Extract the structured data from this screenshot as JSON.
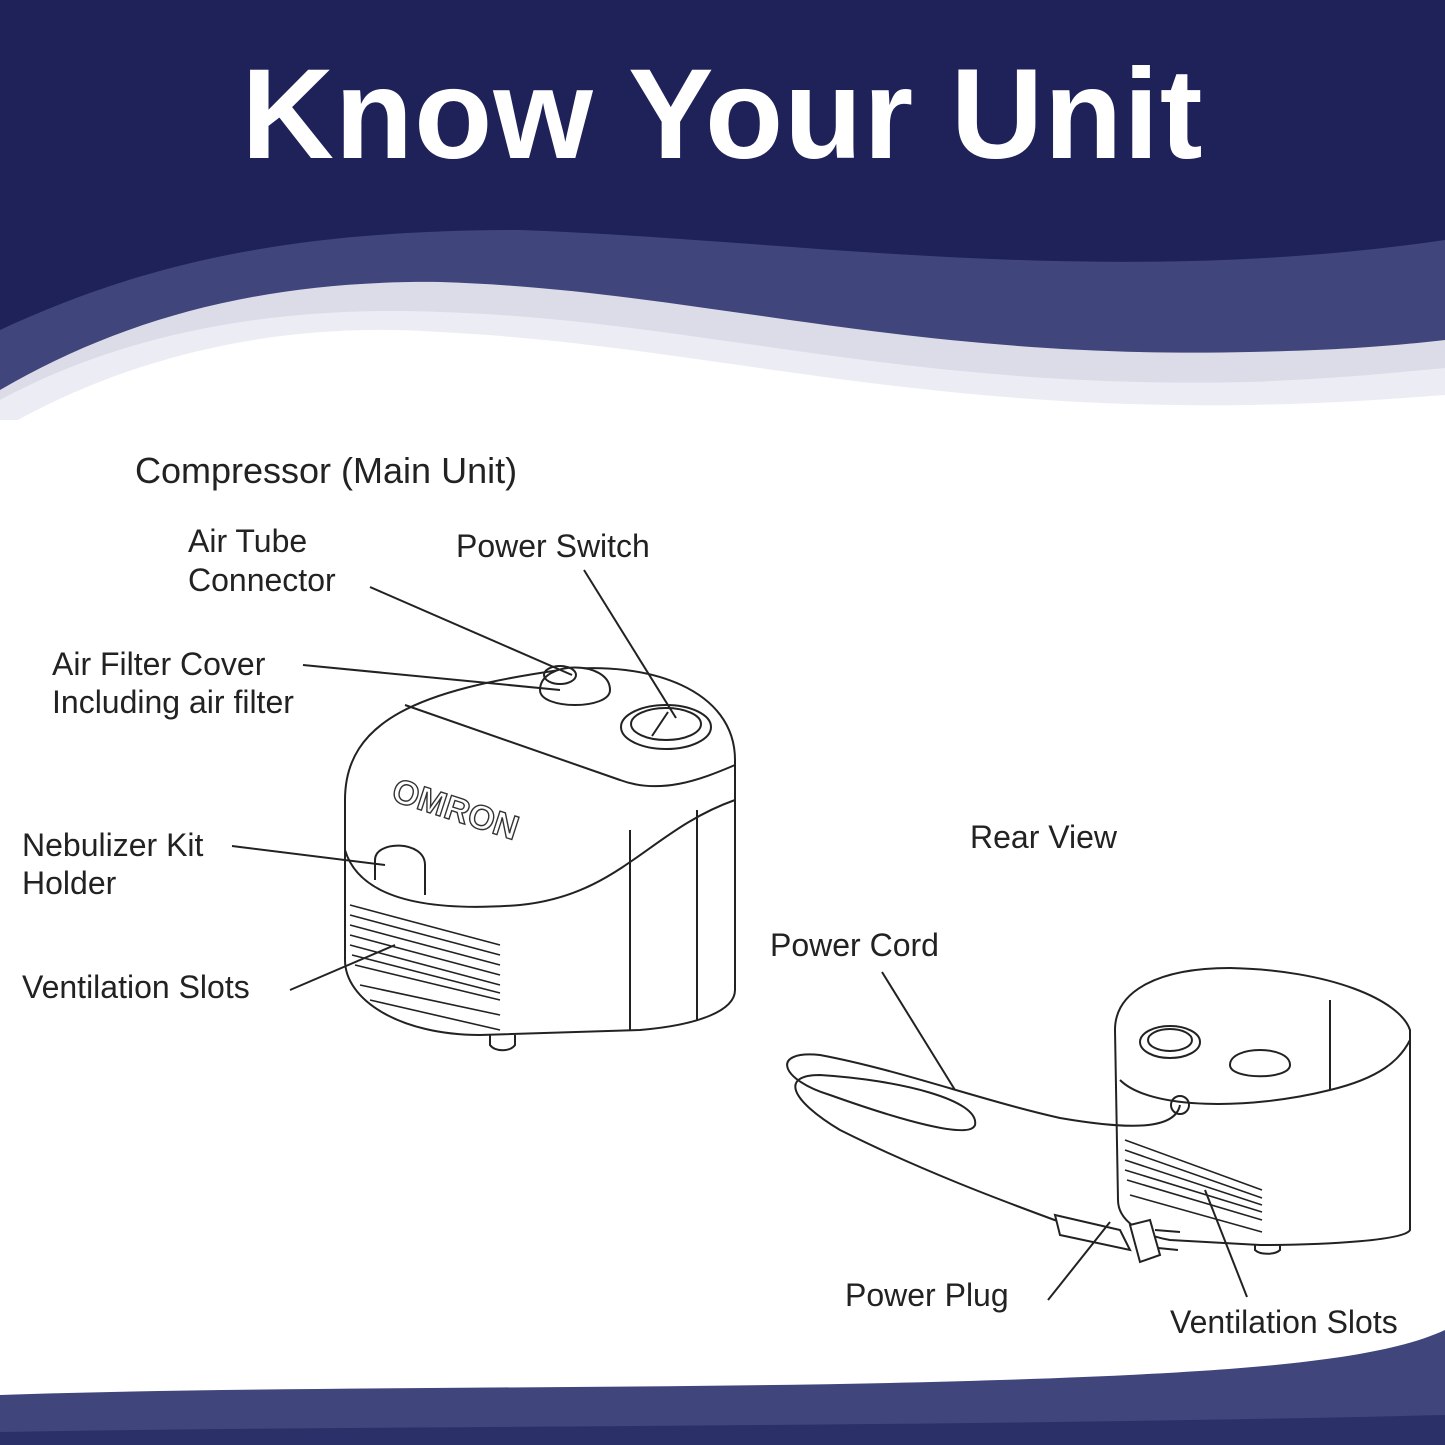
{
  "header": {
    "title": "Know Your Unit"
  },
  "colors": {
    "dark_navy": "#1f2259",
    "mid_blue": "#40457c",
    "light_band": "#e4e4ee"
  },
  "main_unit": {
    "heading": "Compressor (Main Unit)",
    "logo_text": "OMRON",
    "labels": {
      "air_tube_line1": "Air Tube",
      "air_tube_line2": "Connector",
      "power_switch": "Power Switch",
      "air_filter_line1": "Air Filter Cover",
      "air_filter_line2": "Including air filter",
      "kit_holder_line1": "Nebulizer Kit",
      "kit_holder_line2": "Holder",
      "ventilation": "Ventilation Slots"
    }
  },
  "rear_view": {
    "heading": "Rear View",
    "labels": {
      "power_cord": "Power Cord",
      "power_plug": "Power Plug",
      "ventilation": "Ventilation Slots"
    }
  }
}
